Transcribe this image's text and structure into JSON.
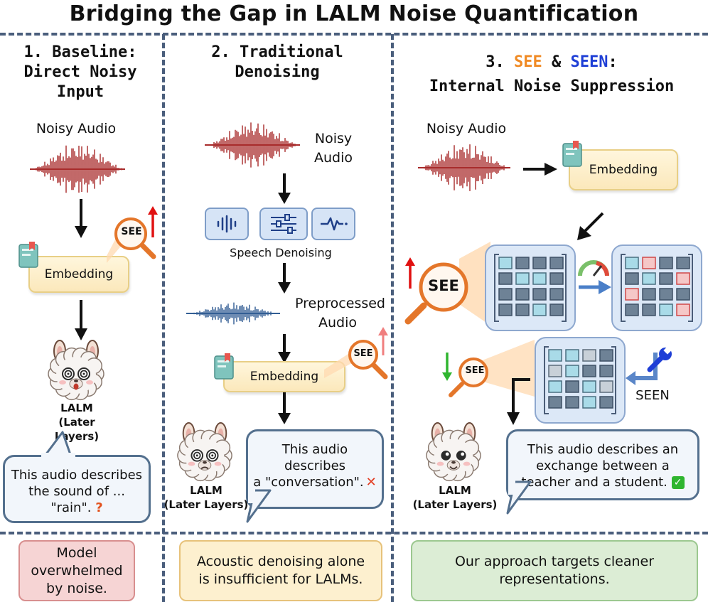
{
  "title": "Bridging the Gap in LALM Noise Quantification",
  "col1": {
    "heading_lines": [
      "1. Baseline:",
      "Direct Noisy",
      "Input"
    ],
    "audio_label": "Noisy Audio",
    "embedding": "Embedding",
    "see_tag": "SEE",
    "lalm_lines": [
      "LALM",
      "(Later Layers)"
    ],
    "bubble_lines": [
      "This audio describes",
      "the sound of ...",
      "\"rain\"."
    ],
    "conclusion_lines": [
      "Model",
      "overwhelmed",
      "by noise."
    ]
  },
  "col2": {
    "heading_lines": [
      "2. Traditional",
      "Denoising"
    ],
    "audio_label_lines": [
      "Noisy",
      "Audio"
    ],
    "denoise_label": "Speech Denoising",
    "preprocessed_lines": [
      "Preprocessed",
      "Audio"
    ],
    "embedding": "Embedding",
    "see_tag": "SEE",
    "lalm_lines": [
      "LALM",
      "(Later Layers)"
    ],
    "bubble_lines": [
      "This audio",
      "describes",
      "a \"conversation\"."
    ],
    "conclusion_lines": [
      "Acoustic denoising alone",
      "is insufficient for LALMs."
    ]
  },
  "col3": {
    "heading_prefix": "3. ",
    "heading_see": "SEE",
    "heading_amp": " & ",
    "heading_seen": "SEEN",
    "heading_colon": ":",
    "heading_line2": "Internal Noise Suppression",
    "audio_label": "Noisy Audio",
    "embedding": "Embedding",
    "see_big": "SEE",
    "see_small": "SEE",
    "seen_label": "SEEN",
    "lalm_lines": [
      "LALM",
      "(Later Layers)"
    ],
    "bubble_lines": [
      "This audio describes an",
      "exchange between a",
      "teacher and a student."
    ],
    "conclusion_lines": [
      "Our approach targets cleaner",
      "representations."
    ]
  },
  "colors": {
    "see_orange": "#f08a24",
    "seen_blue": "#1f3fd6",
    "waveform_red": "#a01818",
    "waveform_blue": "#1f4f8a",
    "divider": "#4a5e7c",
    "concl_red_bg": "#f6d4d4",
    "concl_orange_bg": "#fdf0cf",
    "concl_green_bg": "#dcedd5"
  }
}
